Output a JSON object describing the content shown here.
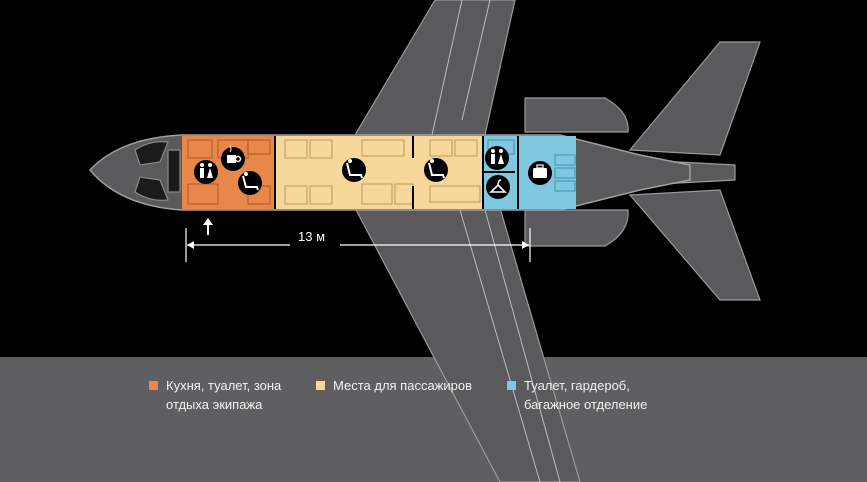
{
  "measurement": {
    "length_label": "13 м"
  },
  "legend": [
    {
      "key": "crew",
      "color": "#e8874a",
      "line1": "Кухня, туалет, зона",
      "line2": "отдыха экипажа"
    },
    {
      "key": "passenger",
      "color": "#f7d79a",
      "line1": "Места для пассажиров",
      "line2": ""
    },
    {
      "key": "service",
      "color": "#7ec8e0",
      "line1": "Туалет, гардероб,",
      "line2": "багажное отделение"
    }
  ],
  "icons": {
    "crew": [
      "restroom-icon",
      "coffee-cup-icon",
      "reclining-seat-icon",
      "entry-arrow-icon"
    ],
    "passenger": [
      "seat-icon",
      "seat-icon"
    ],
    "service": [
      "restroom-icon",
      "hanger-icon",
      "luggage-icon"
    ]
  }
}
